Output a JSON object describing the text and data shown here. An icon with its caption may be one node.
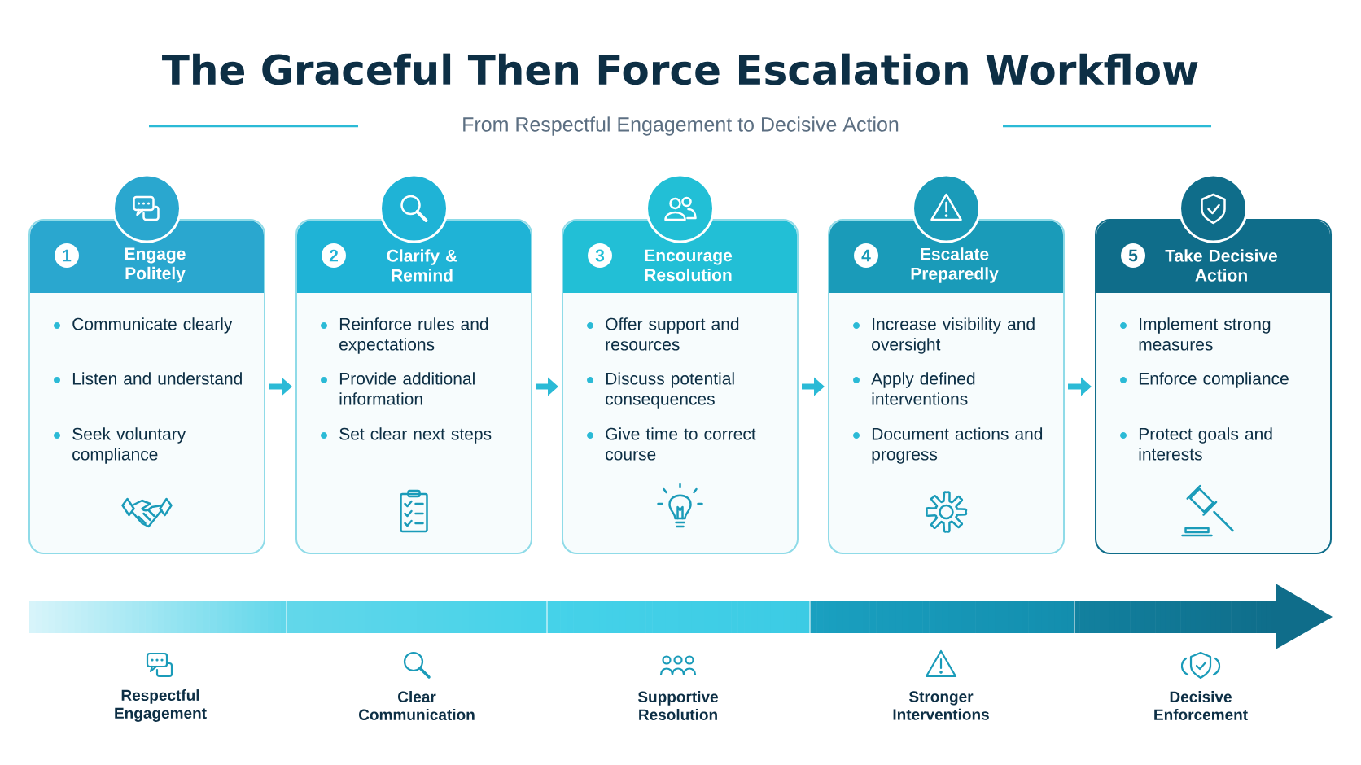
{
  "diagram": {
    "title": "The Graceful Then Force Escalation Workflow",
    "nodes": [
      {
        "text": [
          "1",
          "Engage Politely",
          "Communicate clearly",
          "Listen and understand",
          "Seek voluntary compliance"
        ]
      },
      {
        "text": [
          "2",
          "Clarify & Remind",
          "Reinforce rules and expectations",
          "Provide additional information",
          "Set clear next steps"
        ]
      },
      {
        "text": [
          "3",
          "Encourage Resolution",
          "Offer support and resources",
          "Discuss potential consequences",
          "Give time to correct course"
        ]
      },
      {
        "text": [
          "4",
          "Escalate Preparedly",
          "Increase visibility and oversight",
          "Apply defined interventions",
          "Document actions and progress"
        ]
      },
      {
        "text": [
          "5",
          "Take Decisive Action",
          "Implement strong measures",
          "Enforce compliance",
          "Protect goals and interests"
        ]
      }
    ],
    "edges": [
      {
        "from": 0,
        "to": 1,
        "arrow": "to"
      },
      {
        "from": 1,
        "to": 2,
        "arrow": "to"
      },
      {
        "from": 2,
        "to": 3,
        "arrow": "to"
      },
      {
        "from": 3,
        "to": 4,
        "arrow": "to"
      }
    ],
    "labels": [
      "From Respectful Engagement to Decisive Action",
      "Respectful Engagement",
      "Clear Communication",
      "Supportive Resolution",
      "Stronger Interventions",
      "Decisive Enforcement"
    ]
  }
}
